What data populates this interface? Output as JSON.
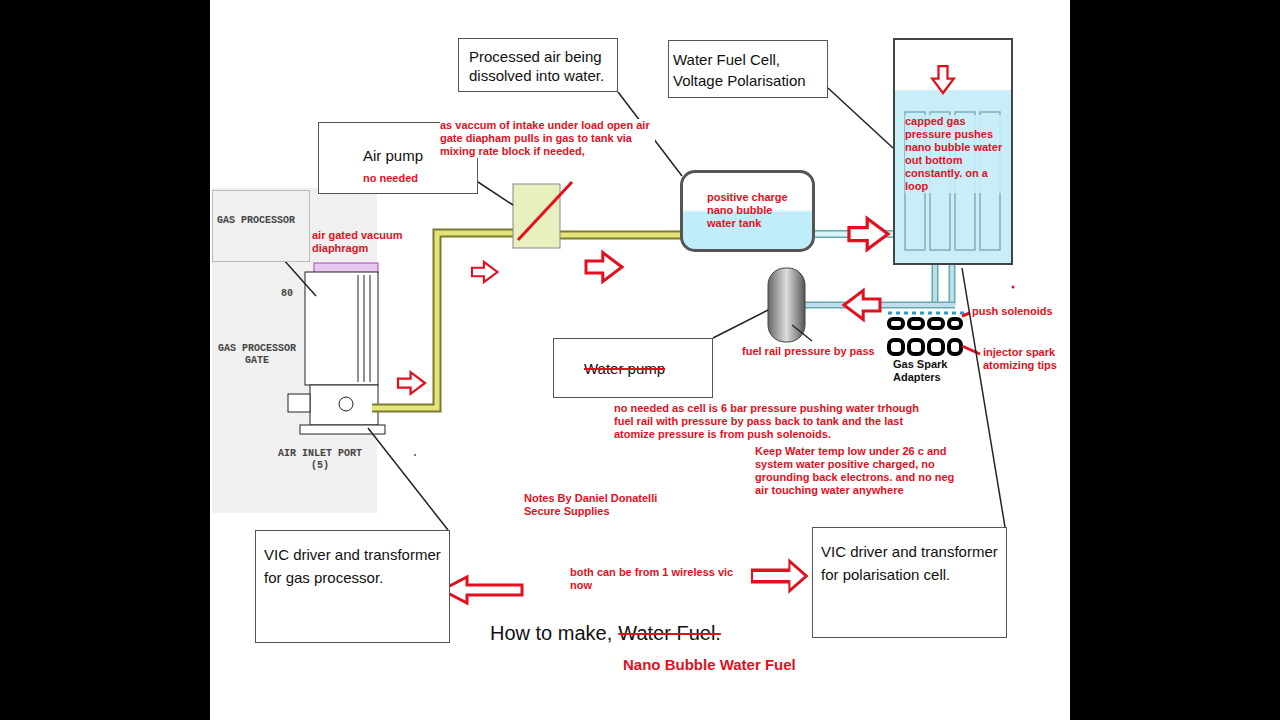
{
  "diagram": {
    "nodes": [
      {
        "text": [
          "Processed air being dissolved into water."
        ]
      },
      {
        "text": [
          "Water Fuel Cell, Voltage Polarisation"
        ]
      },
      {
        "text": [
          "Air pump",
          "no needed"
        ]
      },
      {
        "text": [
          "GAS PROCESSOR"
        ]
      },
      {
        "text": [
          "positive charge nano bubble water tank"
        ]
      },
      {
        "text": [
          "capped gas pressure pushes nano bubble water out bottom constantly. on a loop"
        ]
      },
      {
        "text": [
          "Water pump"
        ]
      },
      {
        "text": [
          "VIC driver and transformer for gas processor."
        ]
      },
      {
        "text": [
          "VIC driver and transformer for polarisation cell."
        ]
      }
    ],
    "edges": [
      {
        "from": 4,
        "to": 5,
        "arrow": "to"
      }
    ],
    "labels": [
      "as vaccum of intake under load open air gate diapham pulls in gas to tank via mixing rate block if needed,",
      "air gated vacuum diaphragm",
      "80",
      "GAS PROCESSOR GATE",
      "AIR INLET PORT (5)",
      "fuel rail pressure by pass",
      "push solenoids",
      "injector spark atomizing tips",
      "Gas Spark Adapters",
      "no needed as cell is 6 bar pressure pushing water trhough fuel rail with pressure by pass back to tank and the last atomize pressure is from push solenoids.",
      "Keep Water temp low under 26 c and system water positive charged, no grounding back electrons. and no neg air touching water anywhere",
      "Notes By Daniel Donatelli Secure Supplies",
      "both can be from 1 wireless vic now",
      "How to make,",
      "Water Fuel.",
      "Nano Bubble Water Fuel"
    ]
  }
}
